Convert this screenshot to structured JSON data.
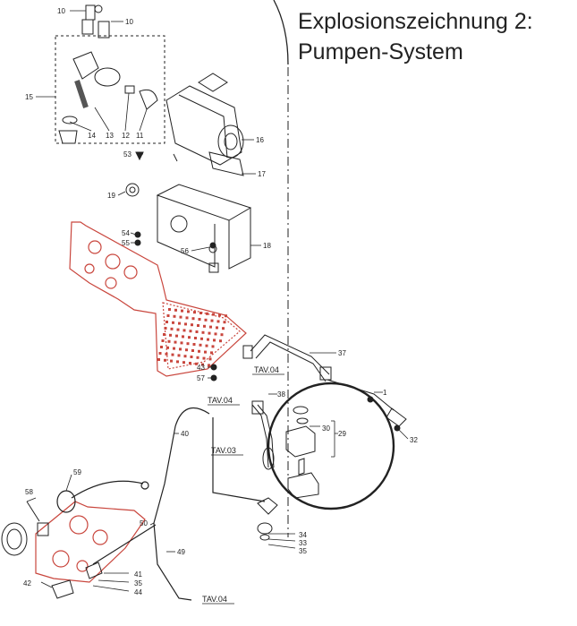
{
  "title_lines": [
    "Explosionszeichnung 2:",
    "Pumpen-System"
  ],
  "callouts": [
    {
      "id": "c10a",
      "label": "10"
    },
    {
      "id": "c10b",
      "label": "10"
    },
    {
      "id": "c15",
      "label": "15"
    },
    {
      "id": "c14",
      "label": "14"
    },
    {
      "id": "c13",
      "label": "13"
    },
    {
      "id": "c12",
      "label": "12"
    },
    {
      "id": "c11",
      "label": "11"
    },
    {
      "id": "c16",
      "label": "16"
    },
    {
      "id": "c53",
      "label": "53"
    },
    {
      "id": "c17",
      "label": "17"
    },
    {
      "id": "c19",
      "label": "19"
    },
    {
      "id": "c54",
      "label": "54"
    },
    {
      "id": "c55",
      "label": "55"
    },
    {
      "id": "c56",
      "label": "56"
    },
    {
      "id": "c18",
      "label": "18"
    },
    {
      "id": "c37",
      "label": "37"
    },
    {
      "id": "c43",
      "label": "43"
    },
    {
      "id": "c57",
      "label": "57"
    },
    {
      "id": "c1",
      "label": "1"
    },
    {
      "id": "c38",
      "label": "38"
    },
    {
      "id": "c30",
      "label": "30"
    },
    {
      "id": "c29",
      "label": "29"
    },
    {
      "id": "c32",
      "label": "32"
    },
    {
      "id": "c40",
      "label": "40"
    },
    {
      "id": "c59",
      "label": "59"
    },
    {
      "id": "c58",
      "label": "58"
    },
    {
      "id": "c50",
      "label": "50"
    },
    {
      "id": "c49",
      "label": "49"
    },
    {
      "id": "c34",
      "label": "34"
    },
    {
      "id": "c33",
      "label": "33"
    },
    {
      "id": "c35a",
      "label": "35"
    },
    {
      "id": "c41",
      "label": "41"
    },
    {
      "id": "c35b",
      "label": "35"
    },
    {
      "id": "c44",
      "label": "44"
    },
    {
      "id": "c42",
      "label": "42"
    }
  ],
  "references": [
    {
      "id": "r1",
      "label": "TAV.04"
    },
    {
      "id": "r2",
      "label": "TAV.04"
    },
    {
      "id": "r3",
      "label": "TAV.03"
    },
    {
      "id": "r4",
      "label": "TAV.04"
    }
  ]
}
